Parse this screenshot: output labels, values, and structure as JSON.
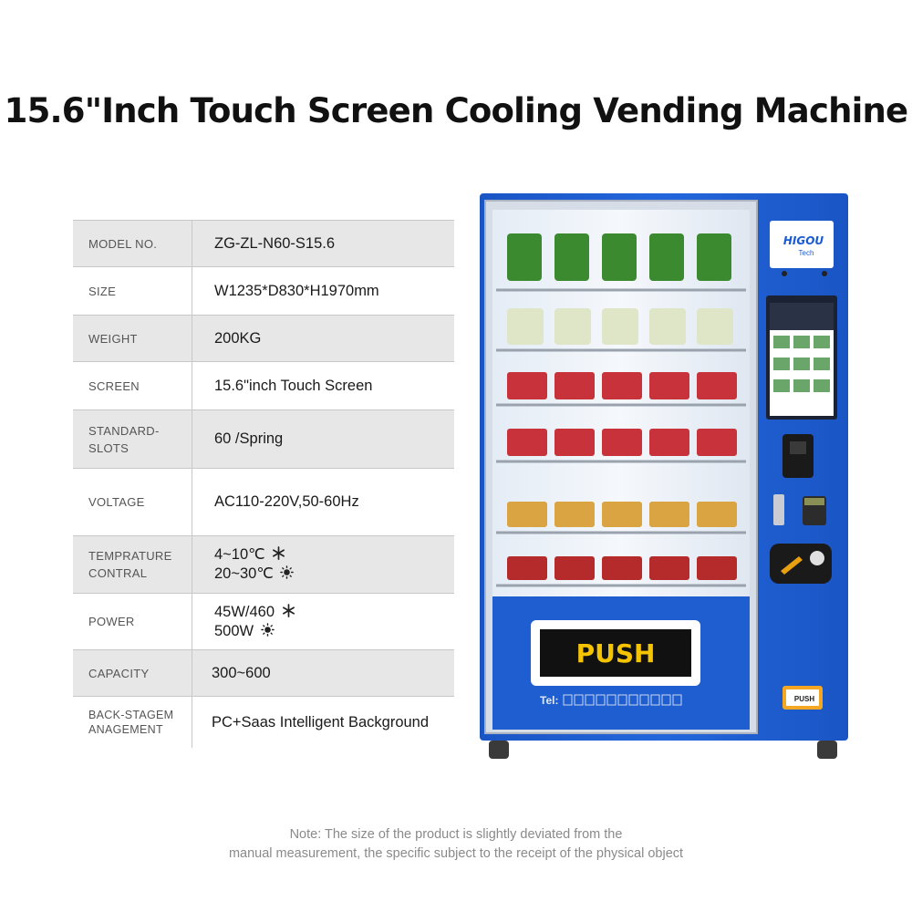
{
  "title": "15.6\"Inch Touch Screen Cooling Vending Machine",
  "specs": [
    {
      "label": "MODEL NO.",
      "value": "ZG-ZL-N60-S15.6"
    },
    {
      "label": "SIZE",
      "value": "W1235*D830*H1970mm"
    },
    {
      "label": "WEIGHT",
      "value": "200KG"
    },
    {
      "label": "SCREEN",
      "value": "15.6\"inch Touch Screen"
    },
    {
      "label_lines": [
        "STANDARD-",
        "SLOTS"
      ],
      "value": "60 /Spring"
    },
    {
      "label": "VOLTAGE",
      "value": "AC110-220V,50-60Hz"
    },
    {
      "label_lines": [
        "TEMPRATURE",
        "CONTRAL"
      ],
      "value_lines": [
        "4~10℃",
        "20~30℃"
      ]
    },
    {
      "label": "POWER",
      "value_lines": [
        "45W/460",
        "500W"
      ]
    },
    {
      "label": "CAPACITY",
      "value": "300~600"
    },
    {
      "label_lines": [
        "BACK-STAGEM",
        "ANAGEMENT"
      ],
      "value": "PC+Saas Intelligent Background"
    }
  ],
  "machine": {
    "brand_top": "HIGOU",
    "brand_sub": "Tech",
    "push_label": "PUSH",
    "tel_label": "Tel:",
    "small_push": "PUSH",
    "body_color": "#1b5bd1",
    "push_text_color": "#f5c400"
  },
  "note_lines": [
    "Note: The size of the product is slightly deviated from the",
    "manual measurement, the specific subject to the receipt of the physical object"
  ],
  "icons": [
    "snowflake-icon",
    "sun-icon"
  ]
}
